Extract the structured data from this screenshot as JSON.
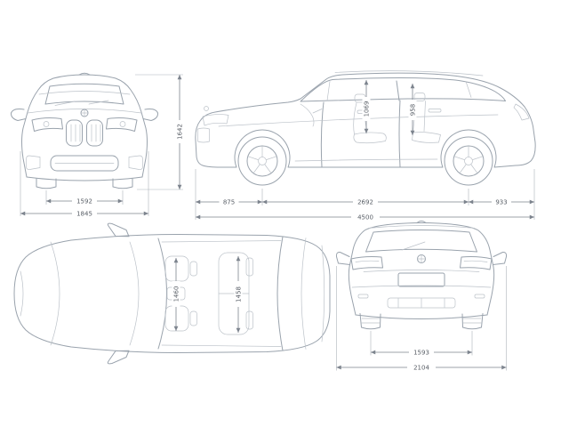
{
  "colors": {
    "line": "#9aa3ad",
    "line_light": "#bcc2c9",
    "dimension": "#7d848e",
    "extension": "#aeb4bb",
    "text": "#585e66"
  },
  "diagram": {
    "front_view": {
      "track_width": "1592",
      "overall_width": "1845",
      "overall_height": "1642"
    },
    "side_view": {
      "front_overhang": "875",
      "wheelbase": "2692",
      "rear_overhang": "933",
      "overall_length": "4500",
      "headroom_front": "1069",
      "headroom_rear": "958"
    },
    "top_view": {
      "interior_width_front": "1460",
      "interior_width_rear": "1458"
    },
    "rear_view": {
      "track_width": "1593",
      "overall_width_incl_mirrors": "2104"
    }
  }
}
